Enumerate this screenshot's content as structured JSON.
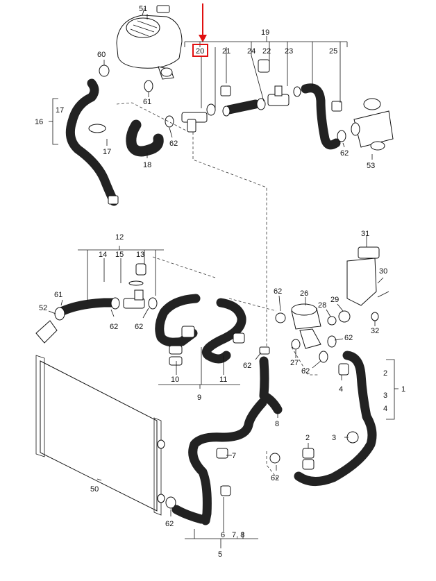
{
  "diagram": {
    "highlight_color": "#e01010",
    "highlighted_label": "20",
    "labels": {
      "p51": "51",
      "p60": "60",
      "p61a": "61",
      "p16": "16",
      "p17a": "17",
      "p17b": "17",
      "p18": "18",
      "p62a": "62",
      "p19": "19",
      "p20": "20",
      "p21": "21",
      "p24": "24",
      "p22": "22",
      "p23": "23",
      "p25": "25",
      "p62b": "62",
      "p53": "53",
      "p12": "12",
      "p14": "14",
      "p15": "15",
      "p13": "13",
      "p52": "52",
      "p61b": "61",
      "p62c": "62",
      "p62d": "62",
      "p31": "31",
      "p30": "30",
      "p62e": "62",
      "p26": "26",
      "p28": "28",
      "p29": "29",
      "p32": "32",
      "p62f": "62",
      "p27": "27",
      "p62g": "62",
      "p62h": "62",
      "p2a": "2",
      "p1": "1",
      "p3a": "3",
      "p4a": "4",
      "p4b": "4",
      "p10": "10",
      "p11": "11",
      "p9": "9",
      "p8": "8",
      "p50": "50",
      "p7a": "7",
      "p2b": "2",
      "p3b": "3",
      "p62i": "62",
      "p62j": "62",
      "p6": "6",
      "p78": "7, 8",
      "p5": "5"
    }
  }
}
